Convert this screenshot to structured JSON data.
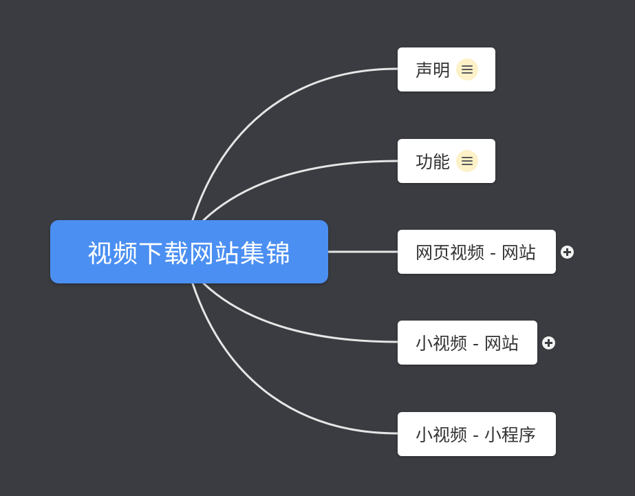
{
  "mindmap": {
    "root": {
      "label": "视频下载网站集锦",
      "color": "#4b8ff2"
    },
    "branches": [
      {
        "label": "声明",
        "icon": "note-icon"
      },
      {
        "label": "功能",
        "icon": "note-icon"
      },
      {
        "label": "网页视频 - 网站",
        "icon": "expand-icon"
      },
      {
        "label": "小视频 - 网站",
        "icon": "expand-icon"
      },
      {
        "label": "小视频 - 小程序"
      }
    ]
  },
  "colors": {
    "background": "#3a3c41",
    "root_fill": "#4b8ff2",
    "node_fill": "#ffffff",
    "connector": "#e6e6e6",
    "note_badge": "#fdf1c8"
  }
}
